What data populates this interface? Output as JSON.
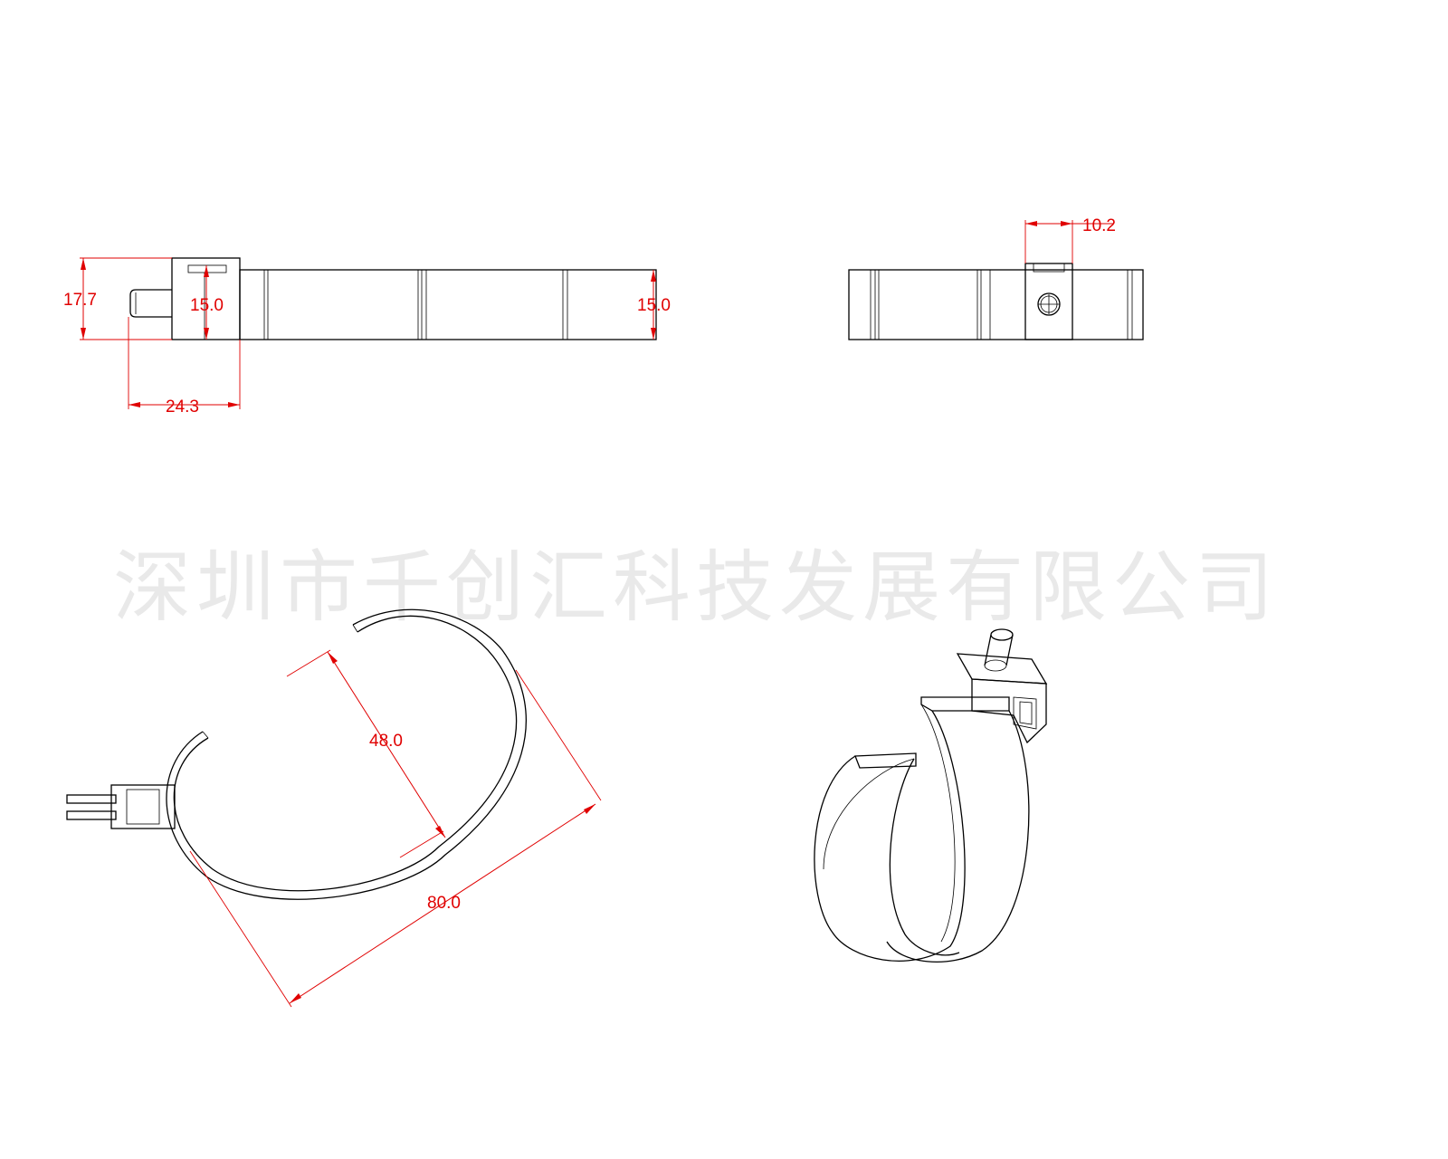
{
  "watermark": "深圳市千创汇科技发展有限公司",
  "dimensions": {
    "side_total_height": "17.7",
    "side_clip_height": "15.0",
    "side_strap_height": "15.0",
    "side_clip_width": "24.3",
    "front_clip_width": "10.2",
    "open_inner_width": "48.0",
    "open_outer_width": "80.0"
  },
  "colors": {
    "outline": "#000000",
    "dimension": "#e00000",
    "watermark": "#e9e9e9",
    "background": "#ffffff"
  }
}
